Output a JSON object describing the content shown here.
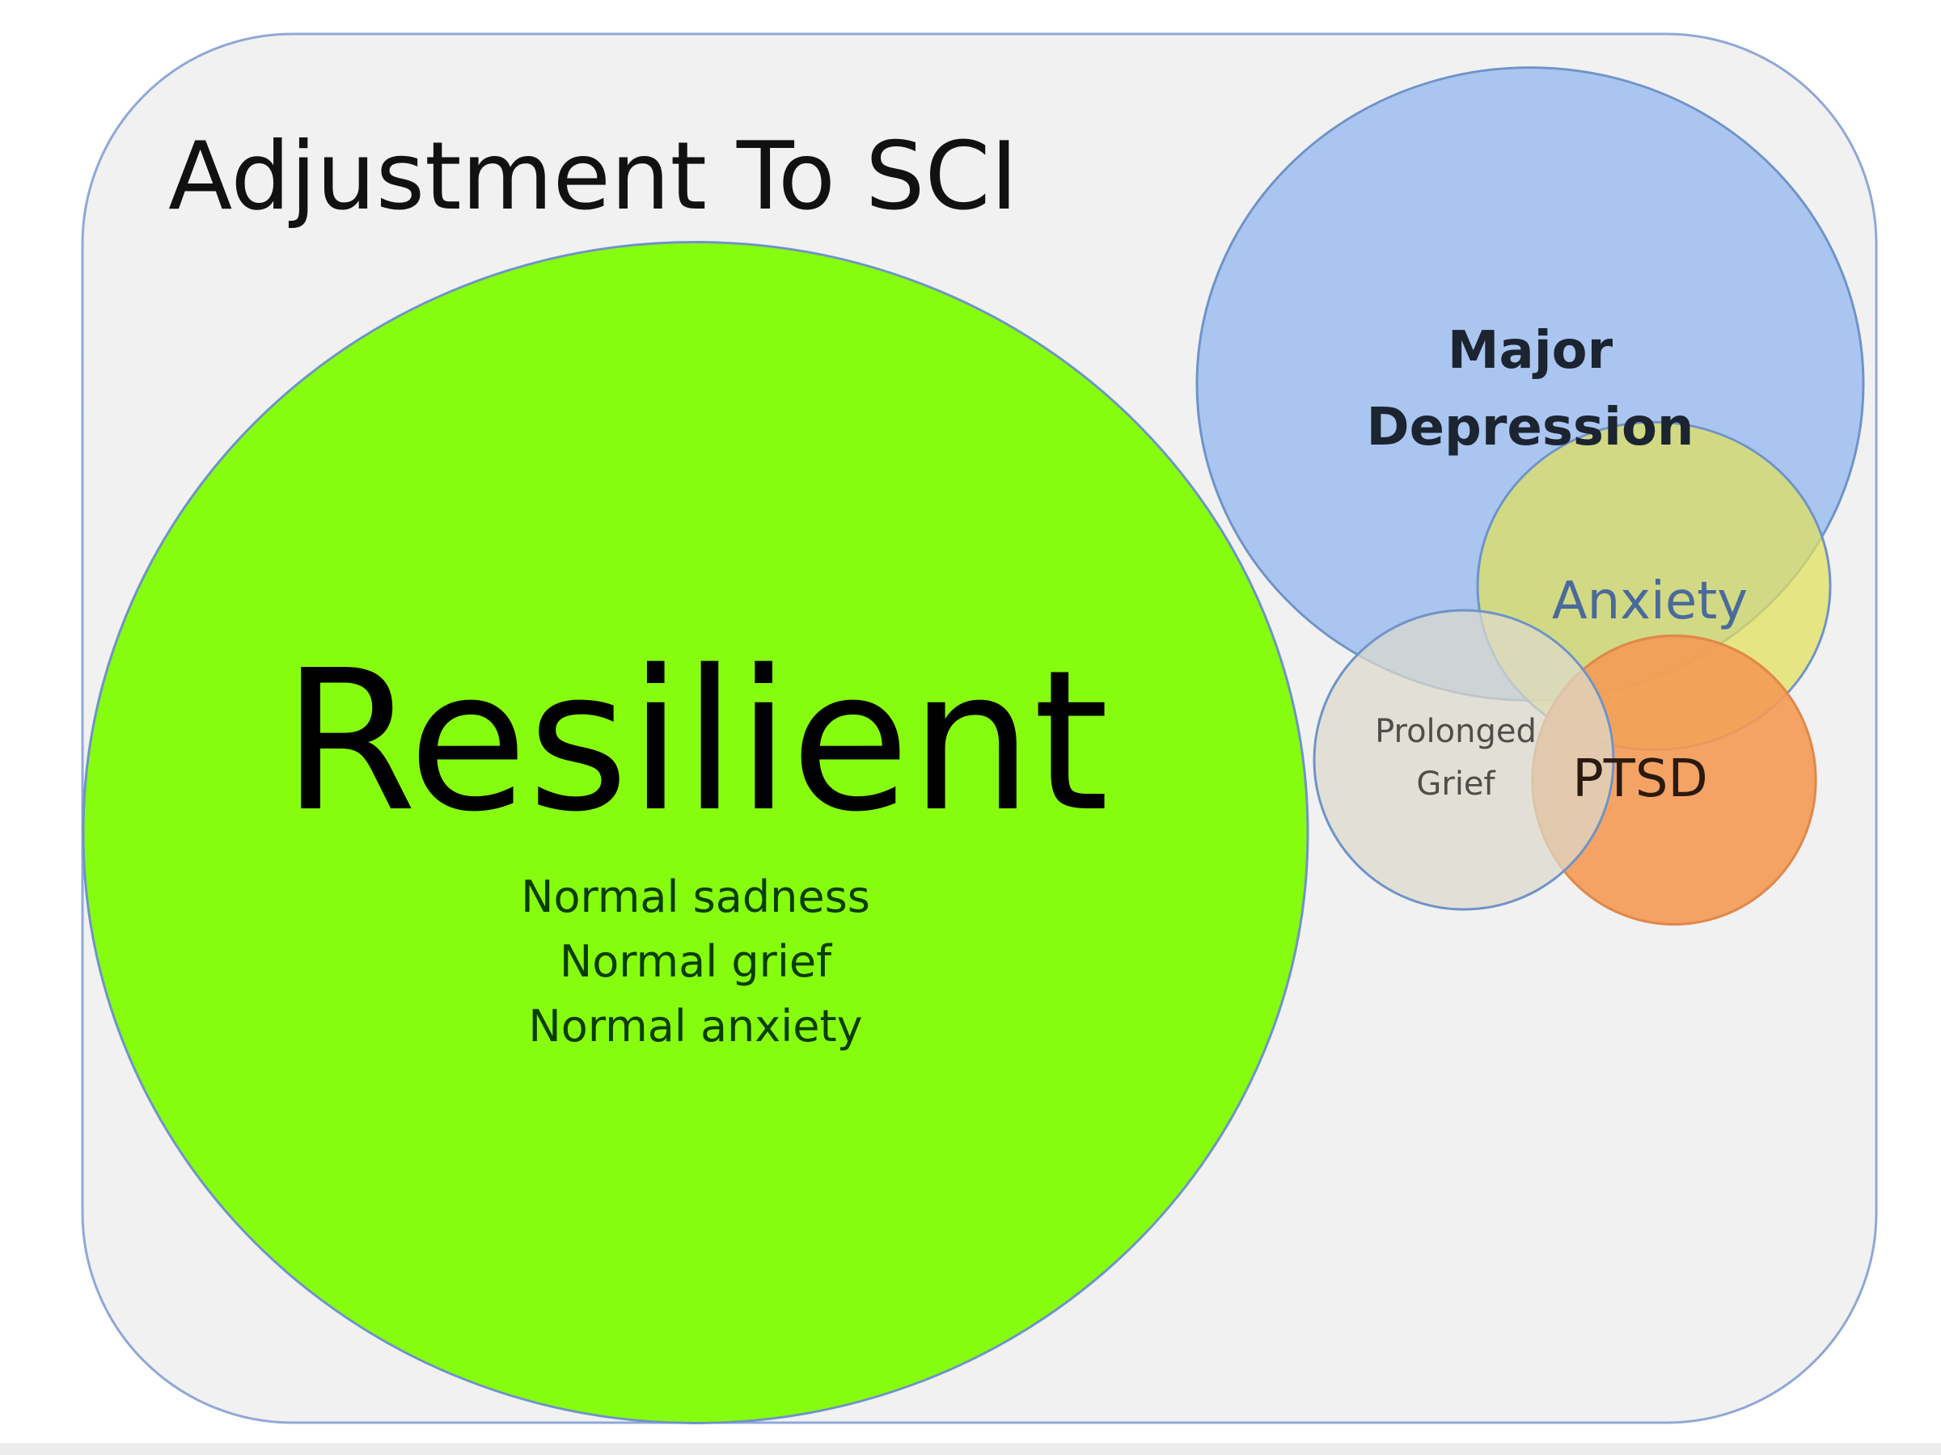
{
  "title": "Adjustment To SCI",
  "colors": {
    "panel_fill": "#f1f1f1",
    "panel_stroke": "#8fa8d8",
    "resilient": "#86fc0f",
    "depression": "#9dbef0",
    "anxiety": "#e2e05a",
    "grief": "#dcd9cc",
    "ptsd": "#f49a55",
    "circle_stroke": "#6f93c9"
  },
  "circles": {
    "resilient": {
      "label": "Resilient",
      "sublabels": [
        "Normal sadness",
        "Normal grief",
        "Normal anxiety"
      ]
    },
    "depression": {
      "label_line1": "Major",
      "label_line2": "Depression"
    },
    "anxiety": {
      "label": "Anxiety"
    },
    "grief": {
      "label_line1": "Prolonged",
      "label_line2": "Grief"
    },
    "ptsd": {
      "label": "PTSD"
    }
  }
}
